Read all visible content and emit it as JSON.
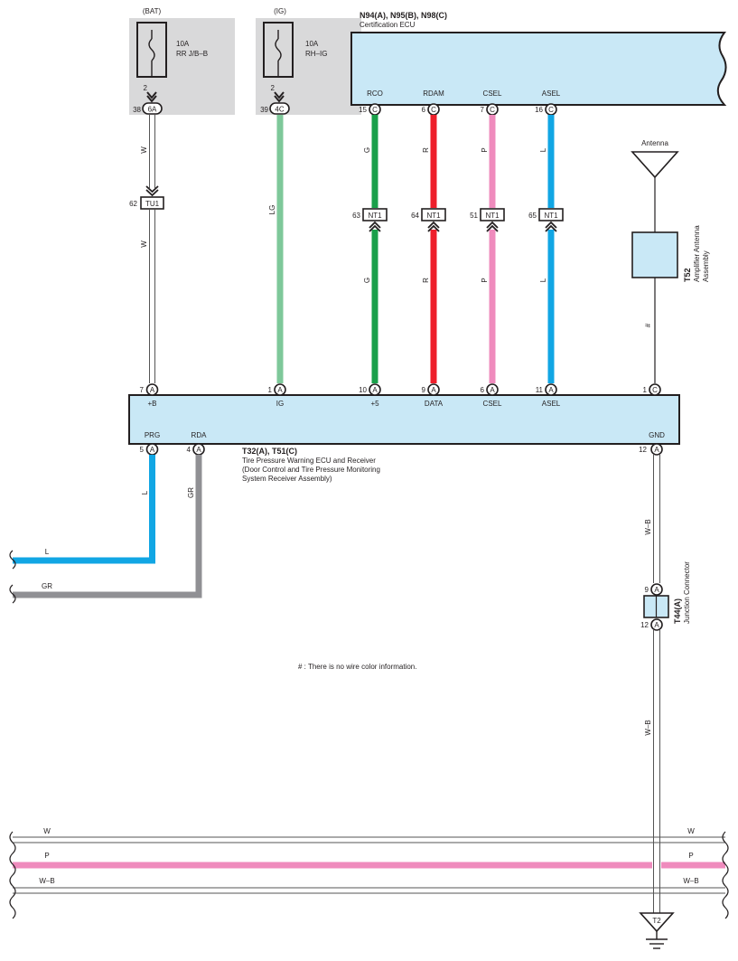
{
  "colors": {
    "ecu_fill": "#c9e8f6",
    "fuse_bg": "#d9d9da",
    "wire_green": "#1aa04a",
    "wire_lightgreen": "#7ec89a",
    "wire_red": "#ee1f2b",
    "wire_pink": "#ef8bbd",
    "wire_blue": "#11a6e4",
    "wire_gray": "#909094",
    "wire_white_outline": "#555555"
  },
  "fuses": [
    {
      "source": "(BAT)",
      "rating": "10A",
      "name": "RR J/B–B",
      "pin": "2",
      "conn_num": "38",
      "conn": "6A"
    },
    {
      "source": "(IG)",
      "rating": "10A",
      "name": "RH–IG",
      "pin": "2",
      "conn_num": "39",
      "conn": "4C"
    }
  ],
  "cert_ecu": {
    "id": "N94(A), N95(B), N98(C)",
    "name": "Certification ECU",
    "pins": [
      {
        "label": "RCO",
        "num": "15",
        "conn": "C"
      },
      {
        "label": "RDAM",
        "num": "6",
        "conn": "C"
      },
      {
        "label": "CSEL",
        "num": "7",
        "conn": "C"
      },
      {
        "label": "ASEL",
        "num": "16",
        "conn": "C"
      }
    ]
  },
  "wires": {
    "bat": {
      "upper_color": "W",
      "lower_color": "W",
      "junction_num": "62",
      "junction": "TU1"
    },
    "ig": {
      "color": "LG"
    },
    "signal": [
      {
        "color": "G",
        "junction_num": "63",
        "junction": "NT1"
      },
      {
        "color": "R",
        "junction_num": "64",
        "junction": "NT1"
      },
      {
        "color": "P",
        "junction_num": "51",
        "junction": "NT1"
      },
      {
        "color": "L",
        "junction_num": "65",
        "junction": "NT1"
      }
    ],
    "antenna": {
      "color": "#",
      "pin": "1"
    },
    "left_bus": [
      {
        "color": "L"
      },
      {
        "color": "GR"
      }
    ],
    "gnd_upper": "W–B",
    "gnd_lower": "W–B",
    "bottom_bus": [
      {
        "left": "W",
        "right": "W"
      },
      {
        "left": "P",
        "right": "P"
      },
      {
        "left": "W–B",
        "right": "W–B"
      }
    ]
  },
  "antenna": {
    "label": "Antenna",
    "amp_id": "T52",
    "amp_name_line1": "Amplifier Antenna",
    "amp_name_line2": "Assembly"
  },
  "receiver": {
    "id": "T32(A), T51(C)",
    "name_line1": "Tire Pressure Warning ECU and Receiver",
    "name_line2": "(Door Control and Tire Pressure Monitoring",
    "name_line3": " System Receiver Assembly)",
    "top_pins": [
      {
        "num": "7",
        "conn": "A",
        "label": "+B"
      },
      {
        "num": "1",
        "conn": "A",
        "label": "IG"
      },
      {
        "num": "10",
        "conn": "A",
        "label": "+5"
      },
      {
        "num": "9",
        "conn": "A",
        "label": "DATA"
      },
      {
        "num": "6",
        "conn": "A",
        "label": "CSEL"
      },
      {
        "num": "11",
        "conn": "A",
        "label": "ASEL"
      },
      {
        "num": "1",
        "conn": "C",
        "label": ""
      }
    ],
    "bottom_pins": [
      {
        "num": "5",
        "conn": "A",
        "label": "PRG"
      },
      {
        "num": "4",
        "conn": "A",
        "label": "RDA"
      },
      {
        "num": "12",
        "conn": "A",
        "label": "GND"
      }
    ]
  },
  "junction_connector": {
    "id": "T44(A)",
    "name": "Junction Connector",
    "top_num": "9",
    "top_conn": "A",
    "bot_num": "12",
    "bot_conn": "A"
  },
  "ground": {
    "label": "T2"
  },
  "note": "# : There is no wire color information."
}
